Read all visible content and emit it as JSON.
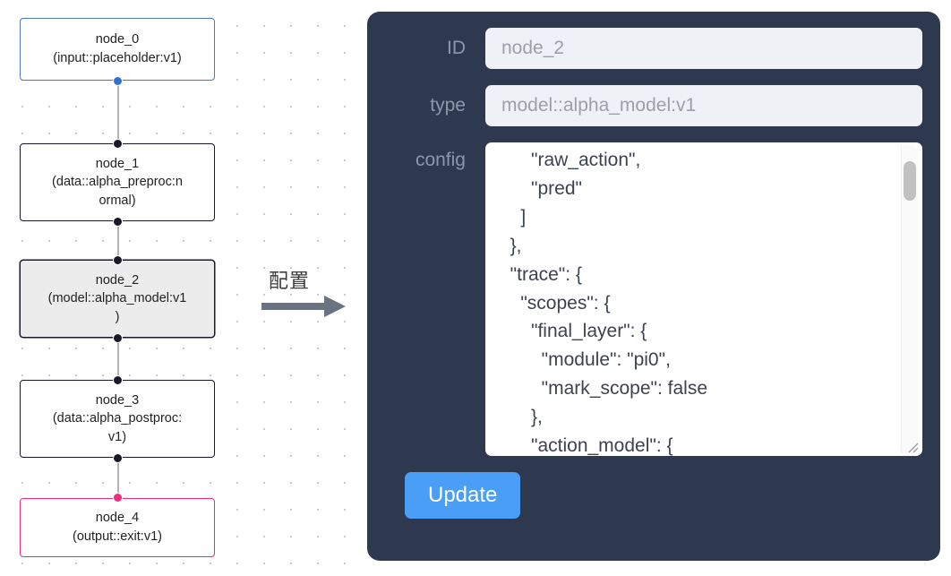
{
  "canvas": {
    "nodes": [
      {
        "id": "node_0",
        "label": "node_0\n(input::placeholder:v1)",
        "kind": "input"
      },
      {
        "id": "node_1",
        "label": "node_1\n(data::alpha_preproc:n\normal)",
        "kind": "default"
      },
      {
        "id": "node_2",
        "label": "node_2\n(model::alpha_model:v1\n)",
        "kind": "selected"
      },
      {
        "id": "node_3",
        "label": "node_3\n(data::alpha_postproc:\nv1)",
        "kind": "default"
      },
      {
        "id": "node_4",
        "label": "node_4\n(output::exit:v1)",
        "kind": "output"
      }
    ],
    "colors": {
      "input_border": "#4f76c2",
      "output_border": "#ec2d7e",
      "default_border": "#1a192b",
      "selected_fill": "#ececec",
      "edge": "#b1b1b7"
    }
  },
  "arrow": {
    "caption": "配置",
    "icon": "right-arrow-icon",
    "color": "#6b7280"
  },
  "panel": {
    "background": "#2e3950",
    "fields": [
      {
        "label": "ID",
        "value": "node_2"
      },
      {
        "label": "type",
        "value": "model::alpha_model:v1"
      }
    ],
    "config": {
      "label": "config",
      "value": "      \"raw_action\",\n      \"pred\"\n    ]\n  },\n  \"trace\": {\n    \"scopes\": {\n      \"final_layer\": {\n        \"module\": \"pi0\",\n        \"mark_scope\": false\n      },\n      \"action_model\": {"
    },
    "update_label": "Update",
    "update_color": "#4a9ef5"
  }
}
